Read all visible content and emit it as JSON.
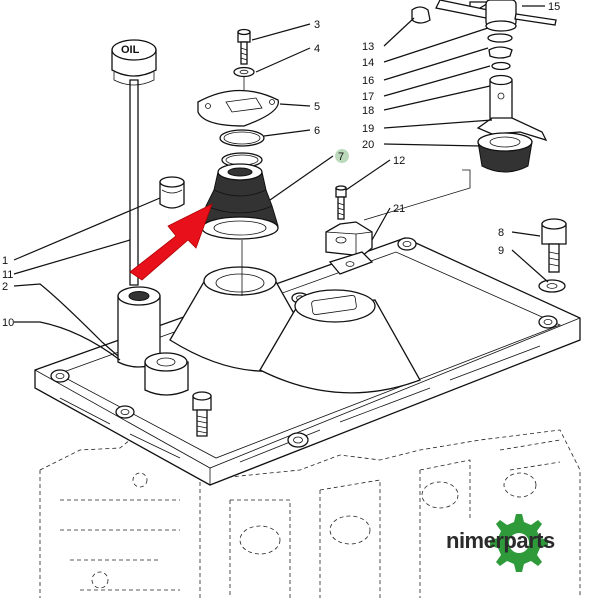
{
  "diagram": {
    "callouts": [
      {
        "id": "c1",
        "text": "1"
      },
      {
        "id": "c2",
        "text": "2"
      },
      {
        "id": "c3",
        "text": "3"
      },
      {
        "id": "c4",
        "text": "4"
      },
      {
        "id": "c5",
        "text": "5"
      },
      {
        "id": "c6",
        "text": "6"
      },
      {
        "id": "c7",
        "text": "7"
      },
      {
        "id": "c8",
        "text": "8"
      },
      {
        "id": "c9",
        "text": "9"
      },
      {
        "id": "c10",
        "text": "10"
      },
      {
        "id": "c11",
        "text": "11"
      },
      {
        "id": "c12",
        "text": "12"
      },
      {
        "id": "c13",
        "text": "13"
      },
      {
        "id": "c14",
        "text": "14"
      },
      {
        "id": "c15",
        "text": "15"
      },
      {
        "id": "c16",
        "text": "16"
      },
      {
        "id": "c17",
        "text": "17"
      },
      {
        "id": "c18",
        "text": "18"
      },
      {
        "id": "c19",
        "text": "19"
      },
      {
        "id": "c20",
        "text": "20"
      },
      {
        "id": "c21",
        "text": "21"
      }
    ],
    "dipstick_label": "OIL",
    "highlight_color": "#e8101a",
    "highlight_target": "7"
  },
  "brand": {
    "name": "nimerparts",
    "gear_color": "#2e9a3a"
  }
}
